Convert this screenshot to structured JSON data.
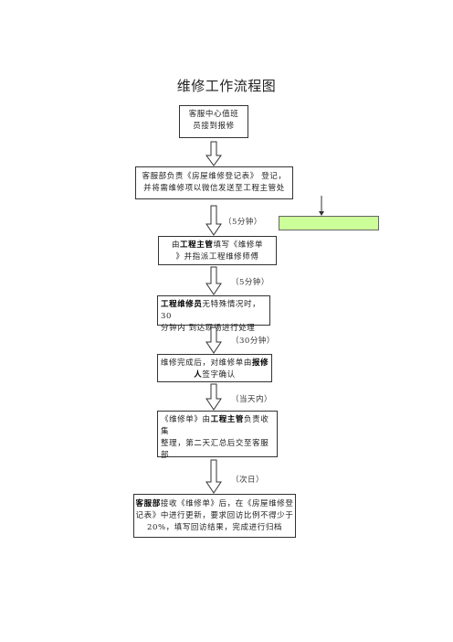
{
  "title": "维修工作流程图",
  "steps": [
    {
      "text": "客服中心值班\n员接到报修"
    },
    {
      "text": "客服部负责《房屋维修登记表》 登记，\n并将需维修项以微信发送至工程主管处"
    },
    {
      "pre": "由",
      "bold": "工程主管",
      "post": "填写《维修单\n》并指派工程维修师傅"
    },
    {
      "bold": "工程维修员",
      "post": "无特殊情况时，30\n分钟内 到达现场进行处理"
    },
    {
      "pre": "维修完成后，对维修单由",
      "bold": "报修\n人",
      "post": "签字确认"
    },
    {
      "pre": "《维修单》由",
      "bold": "工程主管",
      "post": "负责收集\n整理，第二天汇总后交至客服部"
    },
    {
      "bold": "客服部",
      "post": "接收《维修单》后，在《房屋维修登\n记表》中进行更新，要求回访比例不得少于\n20%，填写回访结果，完成进行归档"
    }
  ],
  "times": [
    "（5分钟）",
    "（5分钟）",
    "（30分钟）",
    "（当天内）",
    "（次日）"
  ],
  "colors": {
    "green_box": "#ccff99",
    "border": "#333333"
  }
}
